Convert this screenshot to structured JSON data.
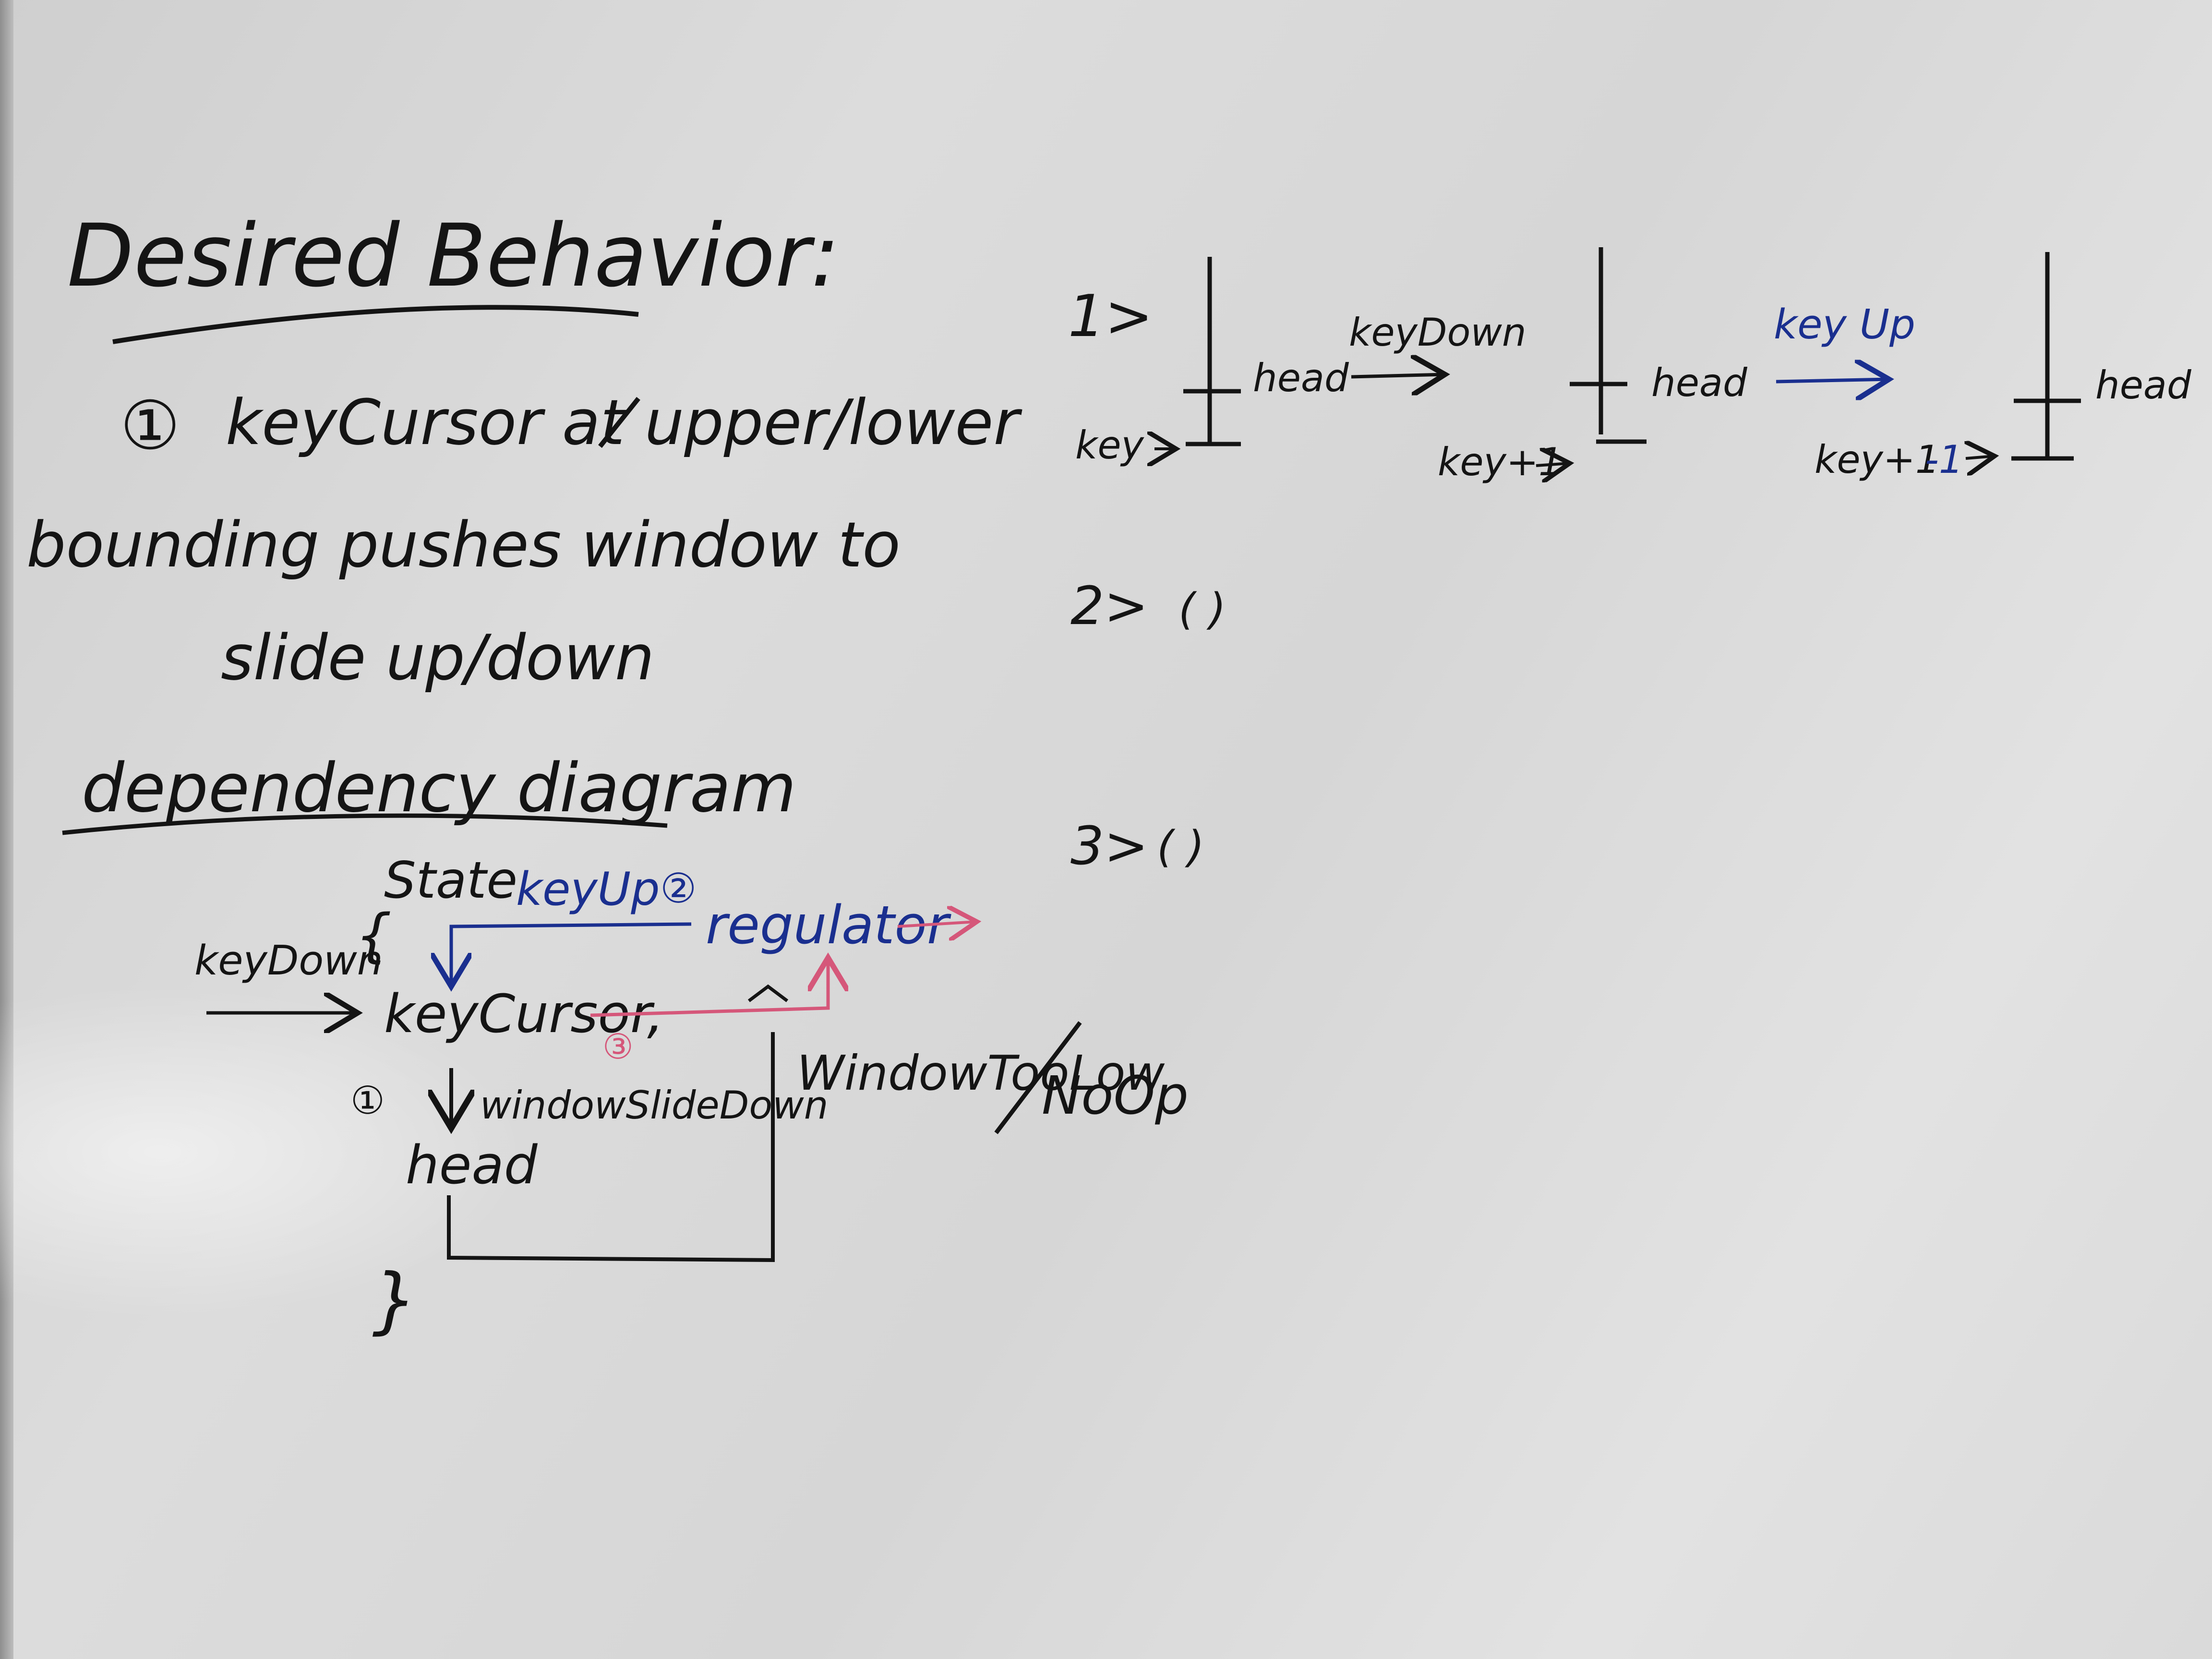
{
  "colors": {
    "black": "#141414",
    "blue": "#1a2f8f",
    "red": "#d5577a"
  },
  "left": {
    "title": "Desired Behavior:",
    "item1": {
      "marker": "①",
      "lines": [
        "keyCursor at upper/lower",
        "bounding pushes window to",
        "slide up/down"
      ]
    },
    "heading2": "dependency diagram",
    "state": "State",
    "open_brace": "{",
    "close_brace": "}",
    "key_up": "keyUp",
    "marker2": "②",
    "regulator": "regulator",
    "key_down": "keyDown",
    "key_cursor": "keyCursor,",
    "marker3": "③",
    "marker1": "①",
    "window_slide_down": "windowSlideDown",
    "head": "head",
    "window_too_low": "WindowTooLow",
    "no_op": "NoOp"
  },
  "right": {
    "step1": "1>",
    "diagram1": {
      "head": "head",
      "key": "key"
    },
    "arrow1_label": "keyDown",
    "diagram2": {
      "head": "head",
      "key": "key+1"
    },
    "arrow2_label": "key Up",
    "diagram3": {
      "head": "head",
      "key_prefix": "key+1",
      "key_suffix": "-1"
    },
    "step2": "2>",
    "step2_blank": "( )",
    "step3": "3>",
    "step3_blank": "( )"
  }
}
